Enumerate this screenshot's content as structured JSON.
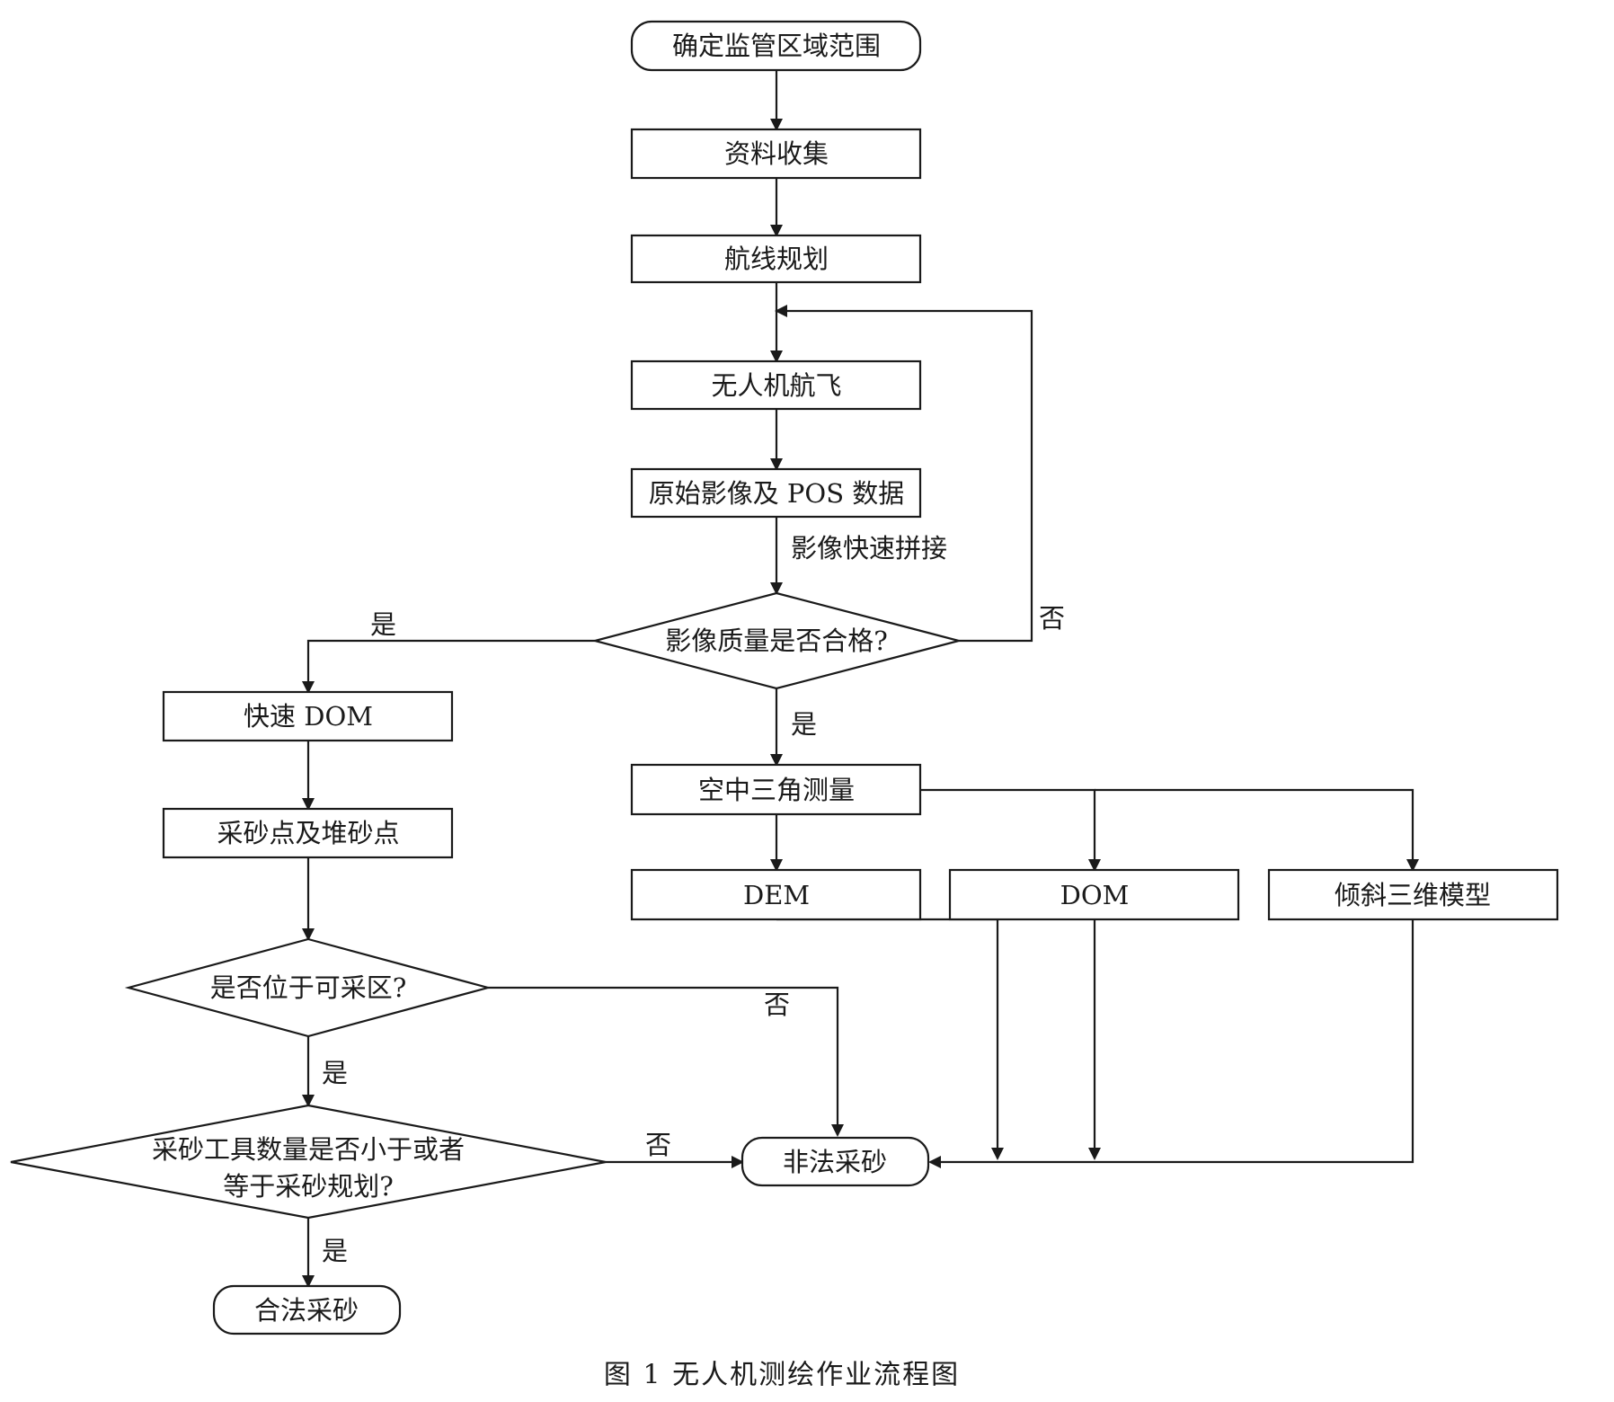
{
  "nodes": {
    "define_area": "确定监管区域范围",
    "collect_data": "资料收集",
    "route_plan": "航线规划",
    "uav_flight": "无人机航飞",
    "raw_images": "原始影像及 POS 数据",
    "quality_check": "影像质量是否合格?",
    "quick_dom": "快速 DOM",
    "sand_points": "采砂点及堆砂点",
    "in_zone": "是否位于可采区?",
    "tool_check_1": "采砂工具数量是否小于或者",
    "tool_check_2": "等于采砂规划?",
    "legal": "合法采砂",
    "aerial_triangulation": "空中三角测量",
    "dem": "DEM",
    "dom": "DOM",
    "oblique_3d": "倾斜三维模型",
    "illegal": "非法采砂"
  },
  "edges": {
    "stitch": "影像快速拼接",
    "yes_left": "是",
    "no_right": "否",
    "yes_down": "是",
    "no_zone": "否",
    "yes_zone": "是",
    "no_tool": "否",
    "yes_tool": "是"
  },
  "caption": "图 1    无人机测绘作业流程图"
}
